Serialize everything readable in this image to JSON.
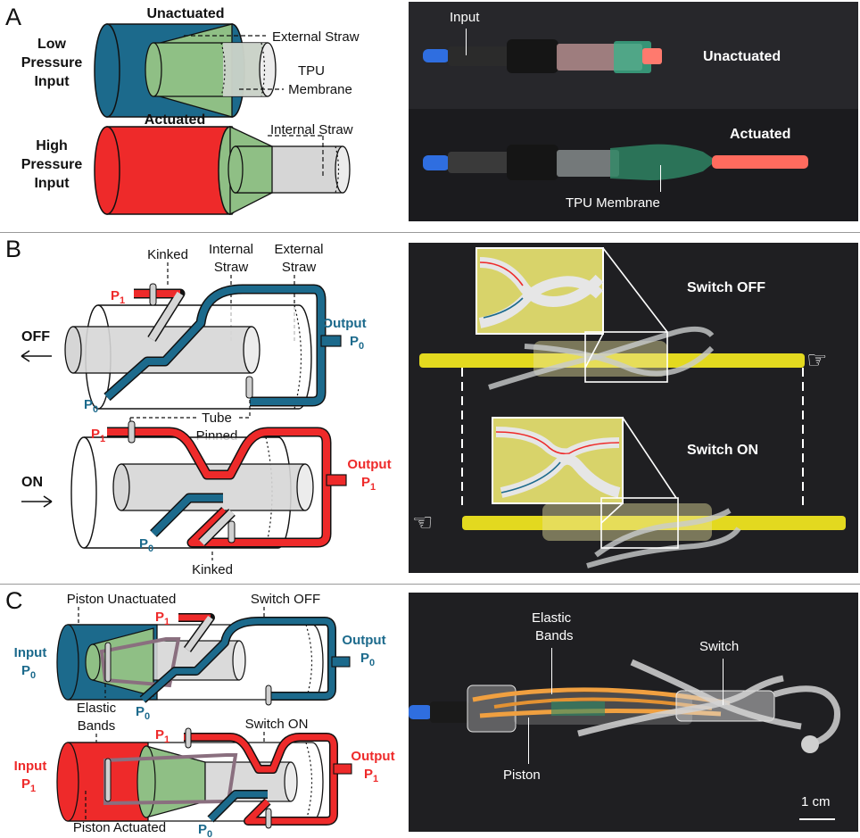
{
  "panel_a": {
    "letter": "A",
    "unactuated": "Unactuated",
    "actuated": "Actuated",
    "low_pressure": [
      "Low",
      "Pressure",
      "Input"
    ],
    "high_pressure": [
      "High",
      "Pressure",
      "Input"
    ],
    "external_straw": "External Straw",
    "tpu": [
      "TPU",
      "Membrane"
    ],
    "internal_straw": "Internal Straw",
    "photo_input": "Input",
    "photo_unactuated": "Unactuated",
    "photo_actuated": "Actuated",
    "photo_tpu": "TPU Membrane"
  },
  "panel_b": {
    "letter": "B",
    "kinked_top": "Kinked",
    "internal_straw": [
      "Internal",
      "Straw"
    ],
    "external_straw": [
      "External",
      "Straw"
    ],
    "p1": "P",
    "p0": "P",
    "sub1": "1",
    "sub0": "0",
    "off": "OFF",
    "on": "ON",
    "output": "Output",
    "tube_pinned": [
      "Tube",
      "Pinned"
    ],
    "kinked_bottom": "Kinked",
    "switch_off": "Switch OFF",
    "switch_on": "Switch ON"
  },
  "panel_c": {
    "letter": "C",
    "piston_unactuated": "Piston Unactuated",
    "switch_off": "Switch OFF",
    "switch_on": "Switch ON",
    "input": "Input",
    "output": "Output",
    "elastic_bands": [
      "Elastic",
      "Bands"
    ],
    "piston_actuated": "Piston Actuated",
    "photo_elastic": [
      "Elastic",
      "Bands"
    ],
    "photo_switch": "Switch",
    "photo_piston": "Piston",
    "scale": "1 cm"
  },
  "colors": {
    "blue": "#1c6a8c",
    "red": "#ee2a2a",
    "green": "#8fbf85",
    "straw": "#d6d6d6",
    "photo_bg": "#1f1f22",
    "yellow": "#e3d91f"
  }
}
